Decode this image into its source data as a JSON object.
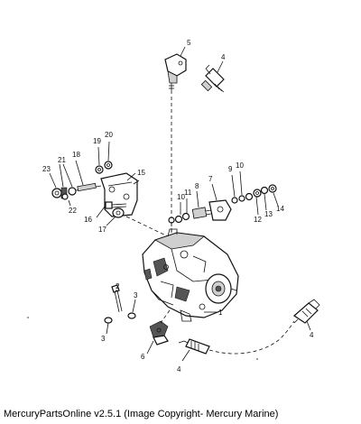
{
  "caption": "MercuryPartsOnline v2.5.1 (Image Copyright- Mercury Marine)",
  "callouts": {
    "c1": "1",
    "c3a": "3",
    "c3b": "3",
    "c4a": "4",
    "c4b": "4",
    "c4c": "4",
    "c5": "5",
    "c6": "6",
    "c7": "7",
    "c8": "8",
    "c9": "9",
    "c10a": "10",
    "c10b": "10",
    "c11": "11",
    "c12": "12",
    "c13": "13",
    "c14": "14",
    "c15": "15",
    "c16": "16",
    "c17": "17",
    "c18": "18",
    "c19": "19",
    "c20": "20",
    "c21": "21",
    "c22": "22",
    "c23": "23"
  }
}
